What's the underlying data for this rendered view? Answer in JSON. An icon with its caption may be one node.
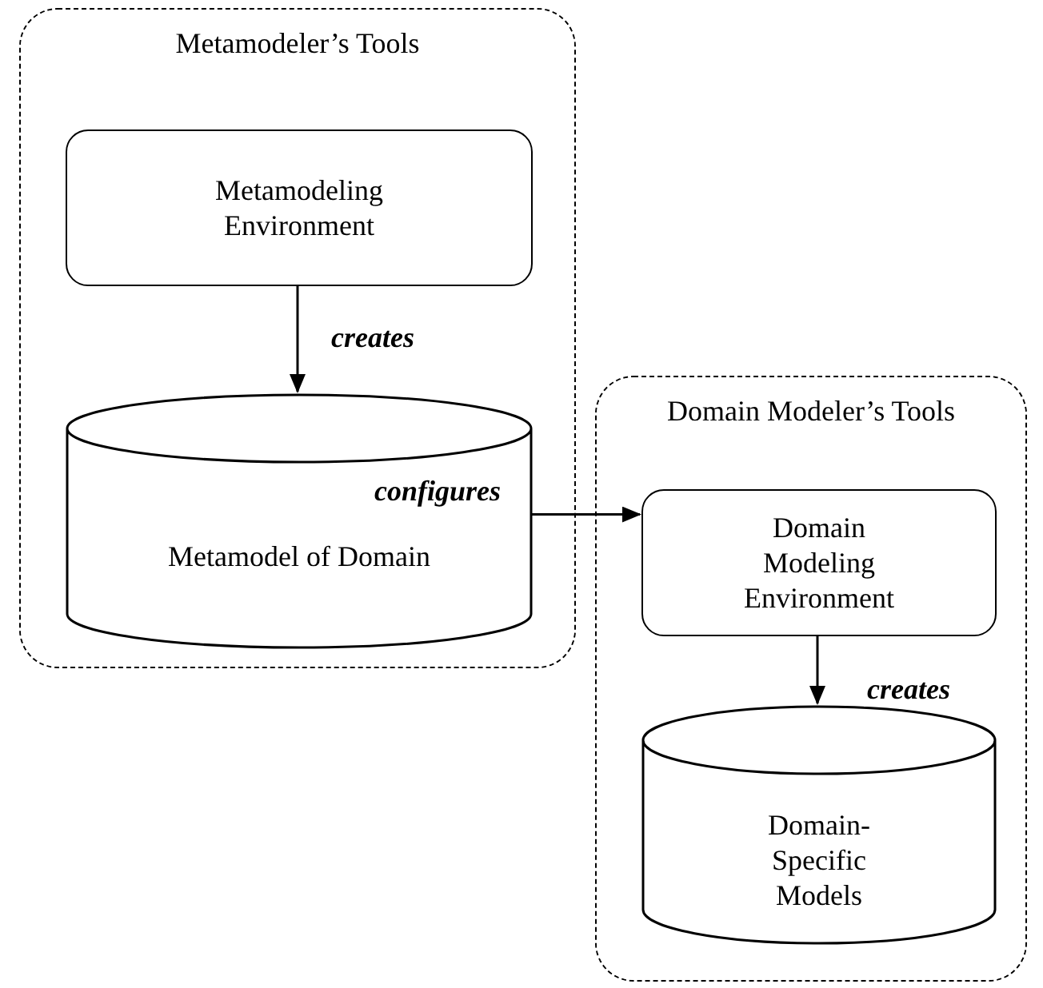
{
  "diagram": {
    "nodes": [
      {
        "text": [
          "Metamodeler’s Tools"
        ]
      },
      {
        "text": [
          "Metamodeling Environment"
        ],
        "in": 0
      },
      {
        "text": [
          "Metamodel of Domain"
        ],
        "in": 0
      },
      {
        "text": [
          "Domain Modeler’s Tools"
        ]
      },
      {
        "text": [
          "Domain Modeling Environment"
        ],
        "in": 3
      },
      {
        "text": [
          "Domain-Specific Models"
        ],
        "in": 3
      }
    ],
    "edges": [
      {
        "from": 1,
        "to": 2,
        "arrow": "to",
        "label": "creates"
      },
      {
        "from": 2,
        "to": 4,
        "arrow": "to",
        "label": "configures"
      },
      {
        "from": 4,
        "to": 5,
        "arrow": "to",
        "label": "creates"
      }
    ]
  }
}
